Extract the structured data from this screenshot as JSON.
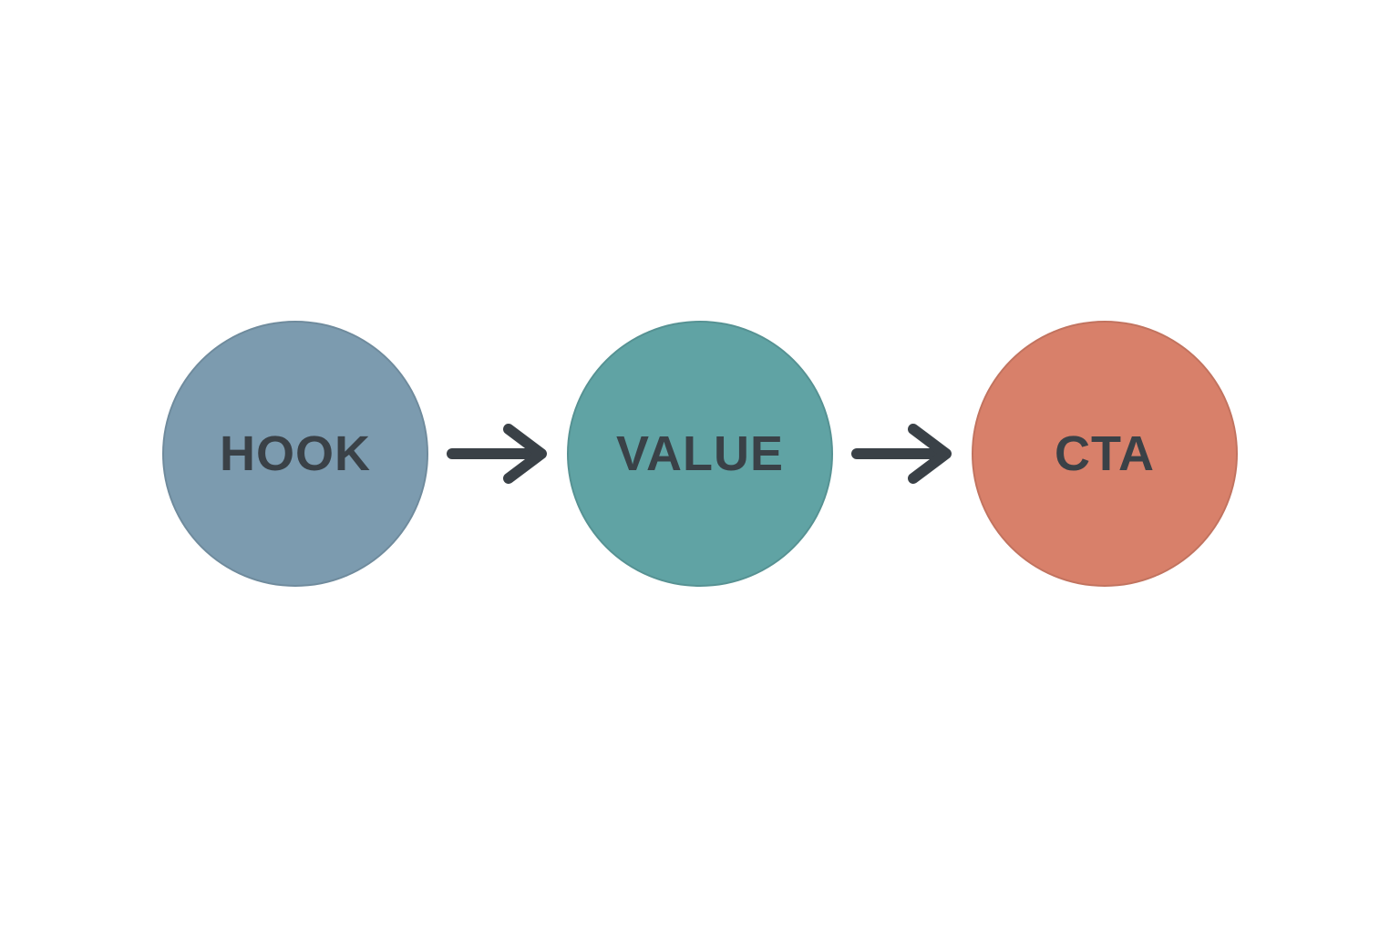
{
  "diagram": {
    "title": "content-funnel-flow",
    "background_color": "#ffffff",
    "text_color": "#3A4147",
    "arrow_color": "#3A4147",
    "nodes": [
      {
        "label": "HOOK",
        "color": "#7C9BAF"
      },
      {
        "label": "VALUE",
        "color": "#60A3A4"
      },
      {
        "label": "CTA",
        "color": "#D8806A"
      }
    ],
    "connectors": [
      {
        "from": "HOOK",
        "to": "VALUE",
        "icon": "right-arrow-icon"
      },
      {
        "from": "VALUE",
        "to": "CTA",
        "icon": "right-arrow-icon"
      }
    ]
  }
}
